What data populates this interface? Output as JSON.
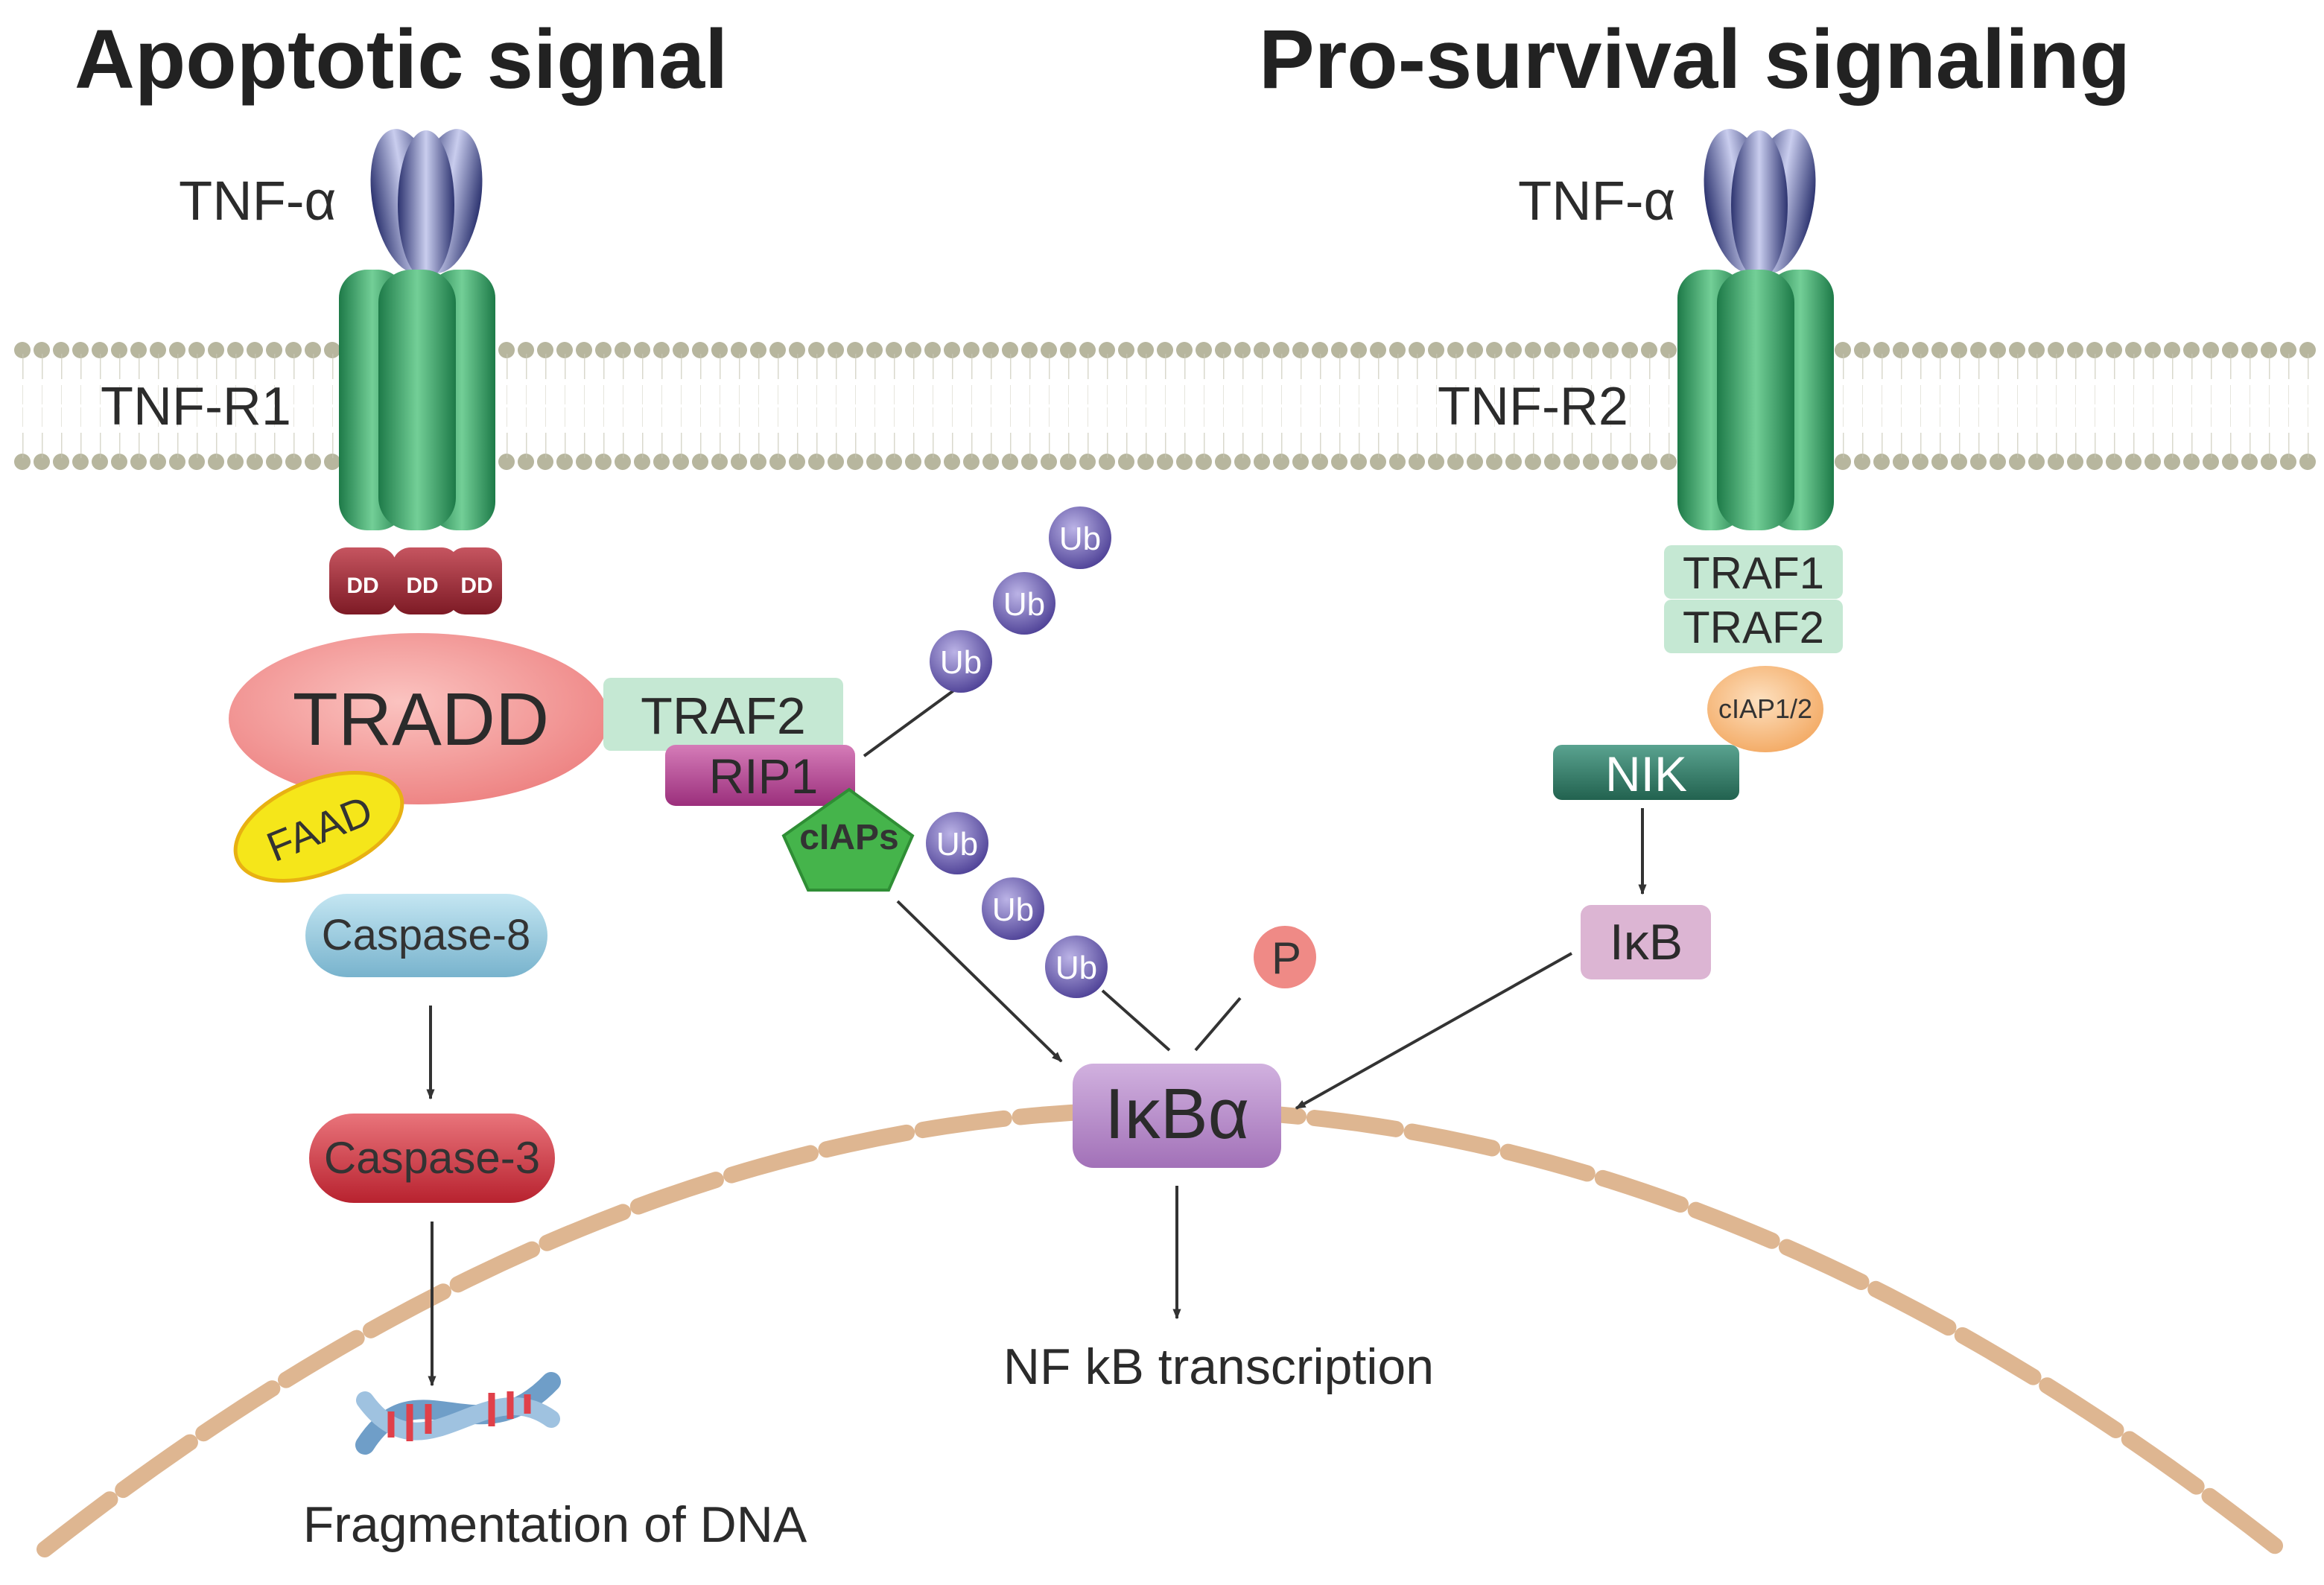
{
  "headings": {
    "left": "Apoptotic signal",
    "right": "Pro-survival signaling"
  },
  "left": {
    "ligand": "TNF-α",
    "receptor": "TNF-R1",
    "death_domain": "DD",
    "tradd": "TRADD",
    "faad": "FAAD",
    "caspase8": "Caspase-8",
    "caspase3": "Caspase-3",
    "outcome": "Fragmentation of DNA"
  },
  "middle": {
    "traf2": "TRAF2",
    "rip1": "RIP1",
    "ciaps": "cIAPs",
    "ub": "Ub",
    "p": "P",
    "ikba": "IκBα",
    "outcome": "NF kB transcription"
  },
  "right": {
    "ligand": "TNF-α",
    "receptor": "TNF-R2",
    "traf1": "TRAF1",
    "traf2": "TRAF2",
    "ciap12": "cIAP1/2",
    "nik": "NIK",
    "ikb": "IκB"
  },
  "colors": {
    "receptor": "#2f9a61",
    "ligand": "#4d5592",
    "membrane": "#b7b69e",
    "nucleus": "#deb691",
    "tradd": "#ee8585",
    "death_domain": "#9c2a36",
    "caspase8": "#8fc5dc",
    "caspase3": "#cc3340",
    "faad": "#f5e61a",
    "traf": "#c5e8d3",
    "rip1": "#b0418f",
    "ciaps": "#45b44b",
    "ub": "#5a4d9f",
    "p": "#ef8a86",
    "ikba": "#b58ac6",
    "ikb": "#dcb5d3",
    "nik": "#2f7866",
    "ciap12": "#f5b371",
    "arrow": "#333333"
  }
}
